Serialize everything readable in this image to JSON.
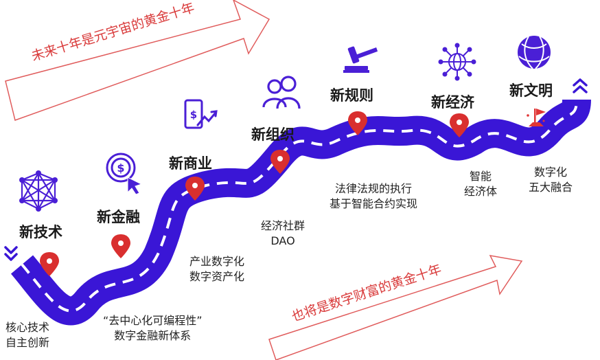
{
  "banners": {
    "top": "未来十年是元宇宙的黄金十年",
    "bottom": "也将是数字财富的黄金十年"
  },
  "milestones": [
    {
      "title": "新技术",
      "note": [
        "核心技术",
        "自主创新"
      ],
      "icon": "network-icon"
    },
    {
      "title": "新金融",
      "note": [
        "“去中心化可编程性”",
        "数字金融新体系"
      ],
      "icon": "dollar-cursor-icon"
    },
    {
      "title": "新商业",
      "note": [
        "产业数字化",
        "数字资产化"
      ],
      "icon": "phone-dollar-icon"
    },
    {
      "title": "新组织",
      "note": [
        "经济社群",
        "DAO"
      ],
      "icon": "people-icon"
    },
    {
      "title": "新规则",
      "note": [
        "法律法规的执行",
        "基于智能合约实现"
      ],
      "icon": "gavel-icon"
    },
    {
      "title": "新经济",
      "note": [
        "智能",
        "经济体"
      ],
      "icon": "globe-nodes-icon"
    },
    {
      "title": "新文明",
      "note": [
        "数字化",
        "五大融合"
      ],
      "icon": "globe-icon"
    }
  ],
  "colors": {
    "road": "#3a16d6",
    "icon": "#4a1fd6",
    "pin": "#d92f2f",
    "banner_text": "#d93a3a",
    "banner_outline": "#e05c5c",
    "flag": "#e03636"
  }
}
